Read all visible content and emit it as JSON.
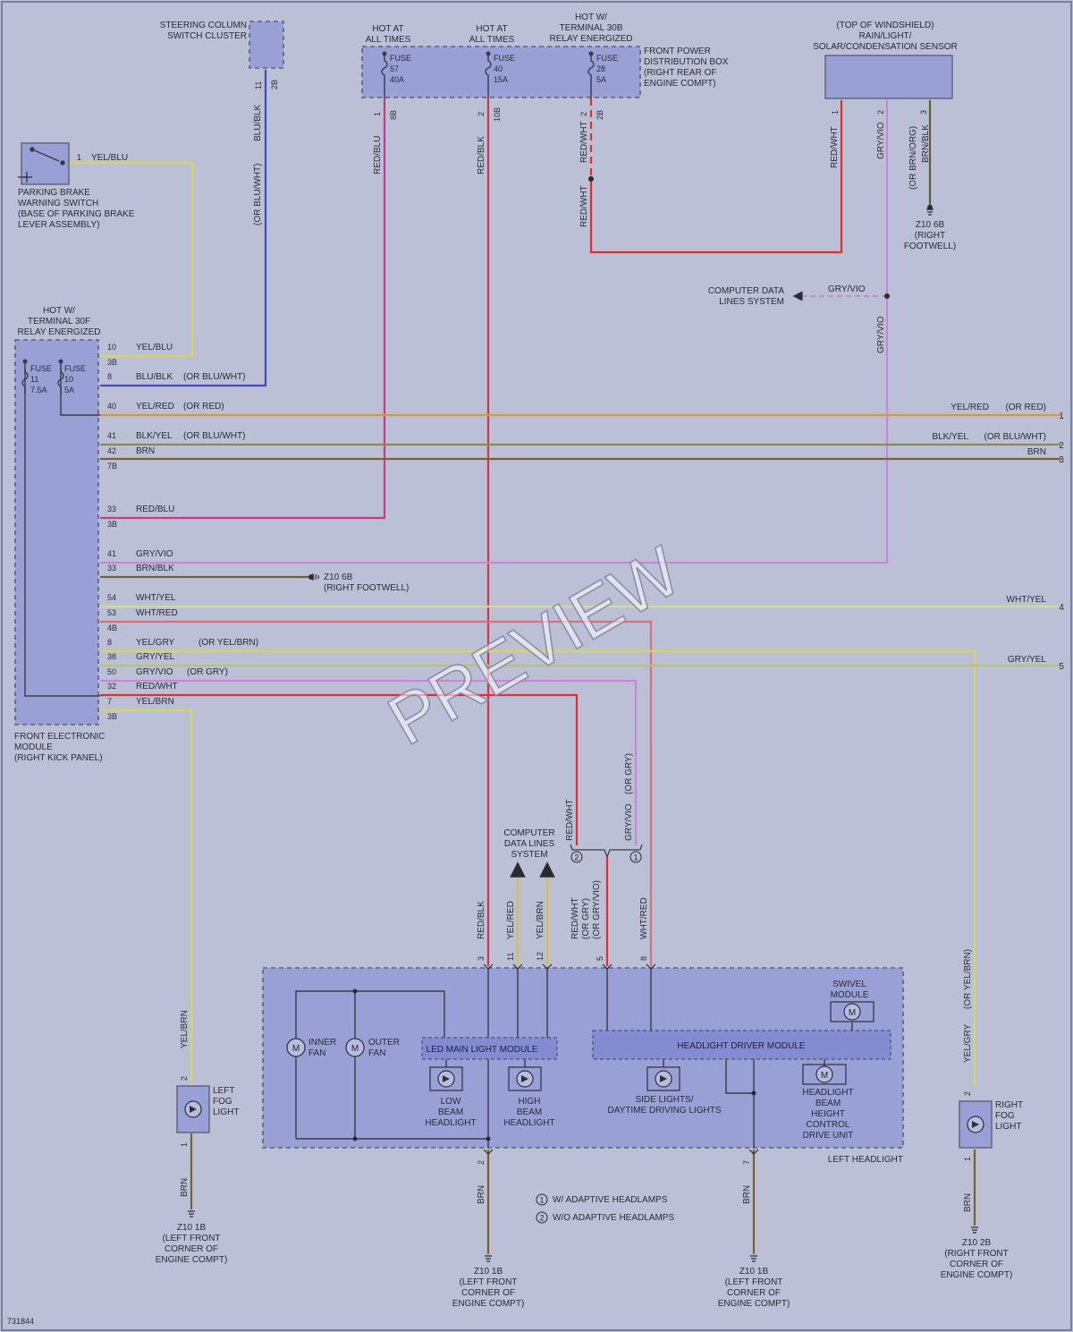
{
  "diagram_id": "731844",
  "watermark": "PREVIEW",
  "colors": {
    "background": "#bcc0d6",
    "module_fill": "#98a0d6",
    "wire_red_blu": "#c43a8c",
    "wire_red_blk": "#d4314a",
    "wire_red_wht": "#e0302e",
    "wire_gry_vio": "#c886d4",
    "wire_yel_red": "#e09438",
    "wire_yel": "#d8d65a",
    "wire_blu_blk": "#3f4ac0",
    "wire_brn": "#7a6230",
    "wire_blk_yel": "#8a8a50",
    "wire_wht_yel": "#d8d89a"
  },
  "top": {
    "steering_column": "STEERING COLUMN\nSWITCH CLUSTER",
    "hot1": "HOT AT\nALL TIMES",
    "hot2": "HOT AT\nALL TIMES",
    "hot3": "HOT W/\nTERMINAL 30B\nRELAY ENERGIZED",
    "fuse57": [
      "FUSE",
      "57",
      "40A"
    ],
    "fuse40": [
      "FUSE",
      "40",
      "15A"
    ],
    "fuse28": [
      "FUSE",
      "28",
      "5A"
    ],
    "front_power": "FRONT POWER\nDISTRIBUTION BOX\n(RIGHT REAR OF\nENGINE COMPT)",
    "rain_sensor": "(TOP OF WINDSHIELD)\nRAIN/LIGHT/\nSOLAR/CONDENSATION SENSOR",
    "parking_brake": "PARKING BRAKE\nWARNING SWITCH\n(BASE OF PARKING BRAKE\nLEVER ASSEMBLY)",
    "pb_pin": "1",
    "pb_wire": "YEL/BLU",
    "sc_pins": [
      "11",
      "2B"
    ],
    "fpd_pins": [
      "1",
      "8B",
      "2",
      "10B",
      "2",
      "2B"
    ],
    "rs_pins": [
      "1",
      "2",
      "3"
    ],
    "ground_rs": "Z10 6B\n(RIGHT\nFOOTWELL)",
    "computer_data": "COMPUTER DATA\nLINES SYSTEM",
    "gry_vio": "GRY/VIO"
  },
  "vertical_labels": {
    "blu_blk": "BLU/BLK",
    "or_blu_wht": "(OR BLU/WHT)",
    "red_blu": "RED/BLU",
    "red_blk": "RED/BLK",
    "red_wht": "RED/WHT",
    "red_wht2": "RED/WHT",
    "red_wht_s": "RED/WHT",
    "gry_vio": "GRY/VIO",
    "gry_vio2": "GRY/VIO",
    "or_brn_org": "(OR BRN/ORG)",
    "brn_blk": "BRN/BLK"
  },
  "fem": {
    "hot": "HOT W/\nTERMINAL 30F\nRELAY ENERGIZED",
    "fuse11": [
      "FUSE",
      "11",
      "7.5A"
    ],
    "fuse10": [
      "FUSE",
      "10",
      "5A"
    ],
    "label": "FRONT ELECTRONIC\nMODULE\n(RIGHT KICK PANEL)",
    "ground_fem": "Z10 6B\n(RIGHT FOOTWELL)"
  },
  "fem_rows": [
    {
      "pin": "10",
      "conn": "3B",
      "wire": "YEL/BLU",
      "alt": ""
    },
    {
      "pin": "8",
      "conn": "",
      "wire": "BLU/BLK",
      "alt": "(OR BLU/WHT)"
    },
    {
      "pin": "40",
      "conn": "",
      "wire": "YEL/RED",
      "alt": "(OR RED)"
    },
    {
      "pin": "41",
      "conn": "",
      "wire": "BLK/YEL",
      "alt": "(OR BLU/WHT)"
    },
    {
      "pin": "42",
      "conn": "7B",
      "wire": "BRN",
      "alt": ""
    },
    {
      "pin": "33",
      "conn": "3B",
      "wire": "RED/BLU",
      "alt": ""
    },
    {
      "pin": "41",
      "conn": "",
      "wire": "GRY/VIO",
      "alt": ""
    },
    {
      "pin": "33",
      "conn": "",
      "wire": "BRN/BLK",
      "alt": ""
    },
    {
      "pin": "54",
      "conn": "",
      "wire": "WHT/YEL",
      "alt": ""
    },
    {
      "pin": "53",
      "conn": "4B",
      "wire": "WHT/RED",
      "alt": ""
    },
    {
      "pin": "8",
      "conn": "",
      "wire": "YEL/GRY",
      "alt": "(OR YEL/BRN)"
    },
    {
      "pin": "38",
      "conn": "",
      "wire": "GRY/YEL",
      "alt": ""
    },
    {
      "pin": "50",
      "conn": "",
      "wire": "GRY/VIO",
      "alt": "(OR GRY)"
    },
    {
      "pin": "32",
      "conn": "",
      "wire": "RED/WHT",
      "alt": ""
    },
    {
      "pin": "7",
      "conn": "3B",
      "wire": "YEL/BRN",
      "alt": ""
    }
  ],
  "right_labels": {
    "yel_red": "YEL/RED",
    "or_red": "(OR RED)",
    "blk_yel": "BLK/YEL",
    "or_blu_wht": "(OR BLU/WHT)",
    "brn": "BRN",
    "wht_yel": "WHT/YEL",
    "gry_yel": "GRY/YEL",
    "n1": "1",
    "n2": "2",
    "n3": "3",
    "n4": "4",
    "n5": "5"
  },
  "headlight": {
    "computer_data": "COMPUTER\nDATA LINES\nSYSTEM",
    "circle1": "1",
    "circle2": "2",
    "wires": [
      "RED/BLK",
      "YEL/RED",
      "YEL/BRN",
      "RED/WHT\n(OR GRY)\n(OR GRY/VIO)",
      "WHT/RED"
    ],
    "wires_top": [
      "RED/WHT",
      "GRY/VIO",
      "(OR GRY)"
    ],
    "pins": [
      "3",
      "11",
      "12",
      "5",
      "8"
    ],
    "inner_fan": "INNER\nFAN",
    "outer_fan": "OUTER\nFAN",
    "motor": "M",
    "led_module": "LED MAIN LIGHT MODULE",
    "driver_module": "HEADLIGHT DRIVER MODULE",
    "low_beam": "LOW\nBEAM\nHEADLIGHT",
    "high_beam": "HIGH\nBEAM\nHEADLIGHT",
    "side_lights": "SIDE LIGHTS/\nDAYTIME DRIVING LIGHTS",
    "swivel": "SWIVEL\nMODULE",
    "height": "HEADLIGHT\nBEAM\nHEIGHT\nCONTROL\nDRIVE UNIT",
    "label": "LEFT HEADLIGHT",
    "bottom_pins": [
      "2",
      "7"
    ],
    "brn": "BRN",
    "ground1": "Z10 1B\n(LEFT FRONT\nCORNER OF\nENGINE COMPT)",
    "ground2": "Z10 1B\n(LEFT FRONT\nCORNER OF\nENGINE COMPT)"
  },
  "legend": [
    {
      "num": "1",
      "text": "W/ ADAPTIVE HEADLAMPS"
    },
    {
      "num": "2",
      "text": "W/O ADAPTIVE HEADLAMPS"
    }
  ],
  "left_fog": {
    "label": "LEFT\nFOG\nLIGHT",
    "wire_top": "YEL/BRN",
    "wire_bot": "BRN",
    "pins": [
      "2",
      "1"
    ],
    "ground": "Z10 1B\n(LEFT FRONT\nCORNER OF\nENGINE COMPT)"
  },
  "right_fog": {
    "label": "RIGHT\nFOG\nLIGHT",
    "wire_top": "YEL/GRY",
    "wire_top_alt": "(OR YEL/BRN)",
    "wire_bot": "BRN",
    "pins": [
      "2",
      "1"
    ],
    "ground": "Z10 2B\n(RIGHT FRONT\nCORNER OF\nENGINE COMPT)"
  }
}
